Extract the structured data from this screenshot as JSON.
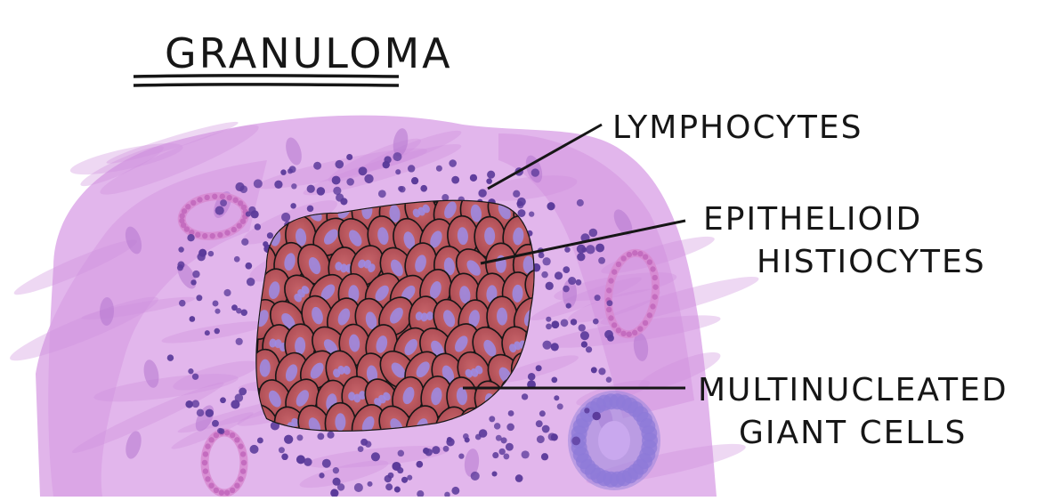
{
  "title": "GRANULOMA",
  "labels": {
    "lymphocytes": [
      "LYMPHOCYTES"
    ],
    "epithelioid": [
      "EPITHELIOID",
      "HISTIOCYTES"
    ],
    "giant_cells": [
      "MULTINUCLEATED",
      "GIANT CELLS"
    ]
  },
  "colors": {
    "ink": "#161616",
    "tissue": "#e0b2ea",
    "tissue_dark": "#cf8fde",
    "histiocyte": "#b5525a",
    "nucleus": "#9b8ce8",
    "lymphocyte": "#5a3a9a",
    "vessel": "#d78ad0",
    "gland": "#9a86dc"
  }
}
